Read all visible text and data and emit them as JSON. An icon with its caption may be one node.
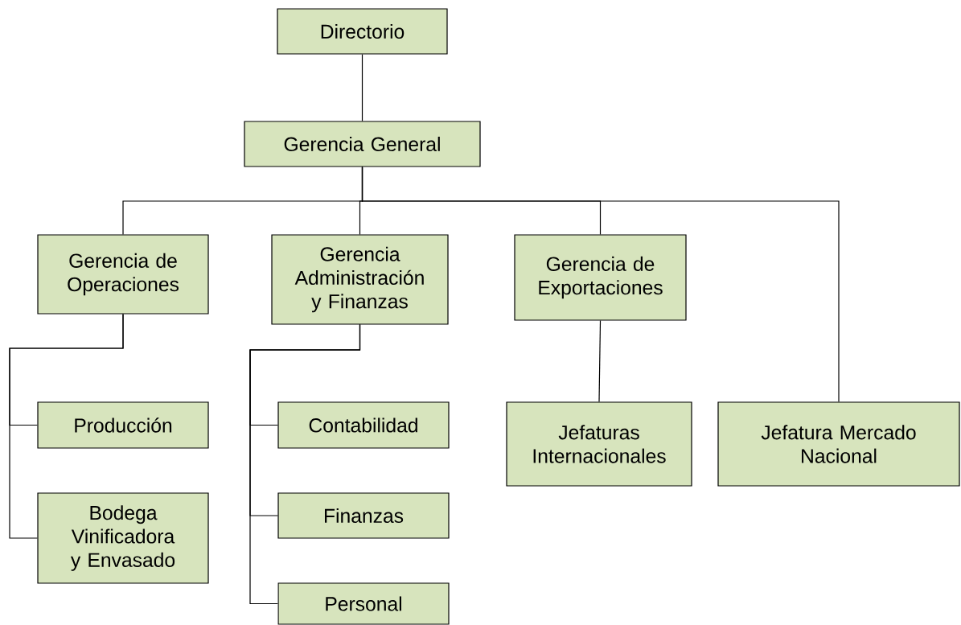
{
  "diagram": {
    "nodes": [
      {
        "text": [
          "Directorio"
        ]
      },
      {
        "text": [
          "Gerencia General"
        ]
      },
      {
        "text": [
          "Gerencia de Operaciones"
        ]
      },
      {
        "text": [
          "Gerencia Administración y Finanzas"
        ]
      },
      {
        "text": [
          "Gerencia de Exportaciones"
        ]
      },
      {
        "text": [
          "Producción"
        ]
      },
      {
        "text": [
          "Bodega Vinificadora y Envasado"
        ]
      },
      {
        "text": [
          "Contabilidad"
        ]
      },
      {
        "text": [
          "Finanzas"
        ]
      },
      {
        "text": [
          "Personal"
        ]
      },
      {
        "text": [
          "Jefaturas Internacionales"
        ]
      },
      {
        "text": [
          "Jefatura Mercado Nacional"
        ]
      }
    ],
    "edges": [
      {
        "from": 0,
        "to": 1,
        "arrow": "none"
      },
      {
        "from": 1,
        "to": 2,
        "arrow": "none"
      },
      {
        "from": 1,
        "to": 3,
        "arrow": "none"
      },
      {
        "from": 1,
        "to": 4,
        "arrow": "none"
      },
      {
        "from": 1,
        "to": 11,
        "arrow": "none"
      },
      {
        "from": 2,
        "to": 5,
        "arrow": "none"
      },
      {
        "from": 2,
        "to": 6,
        "arrow": "none"
      },
      {
        "from": 3,
        "to": 7,
        "arrow": "none"
      },
      {
        "from": 3,
        "to": 8,
        "arrow": "none"
      },
      {
        "from": 3,
        "to": 9,
        "arrow": "none"
      },
      {
        "from": 4,
        "to": 10,
        "arrow": "none"
      }
    ]
  }
}
